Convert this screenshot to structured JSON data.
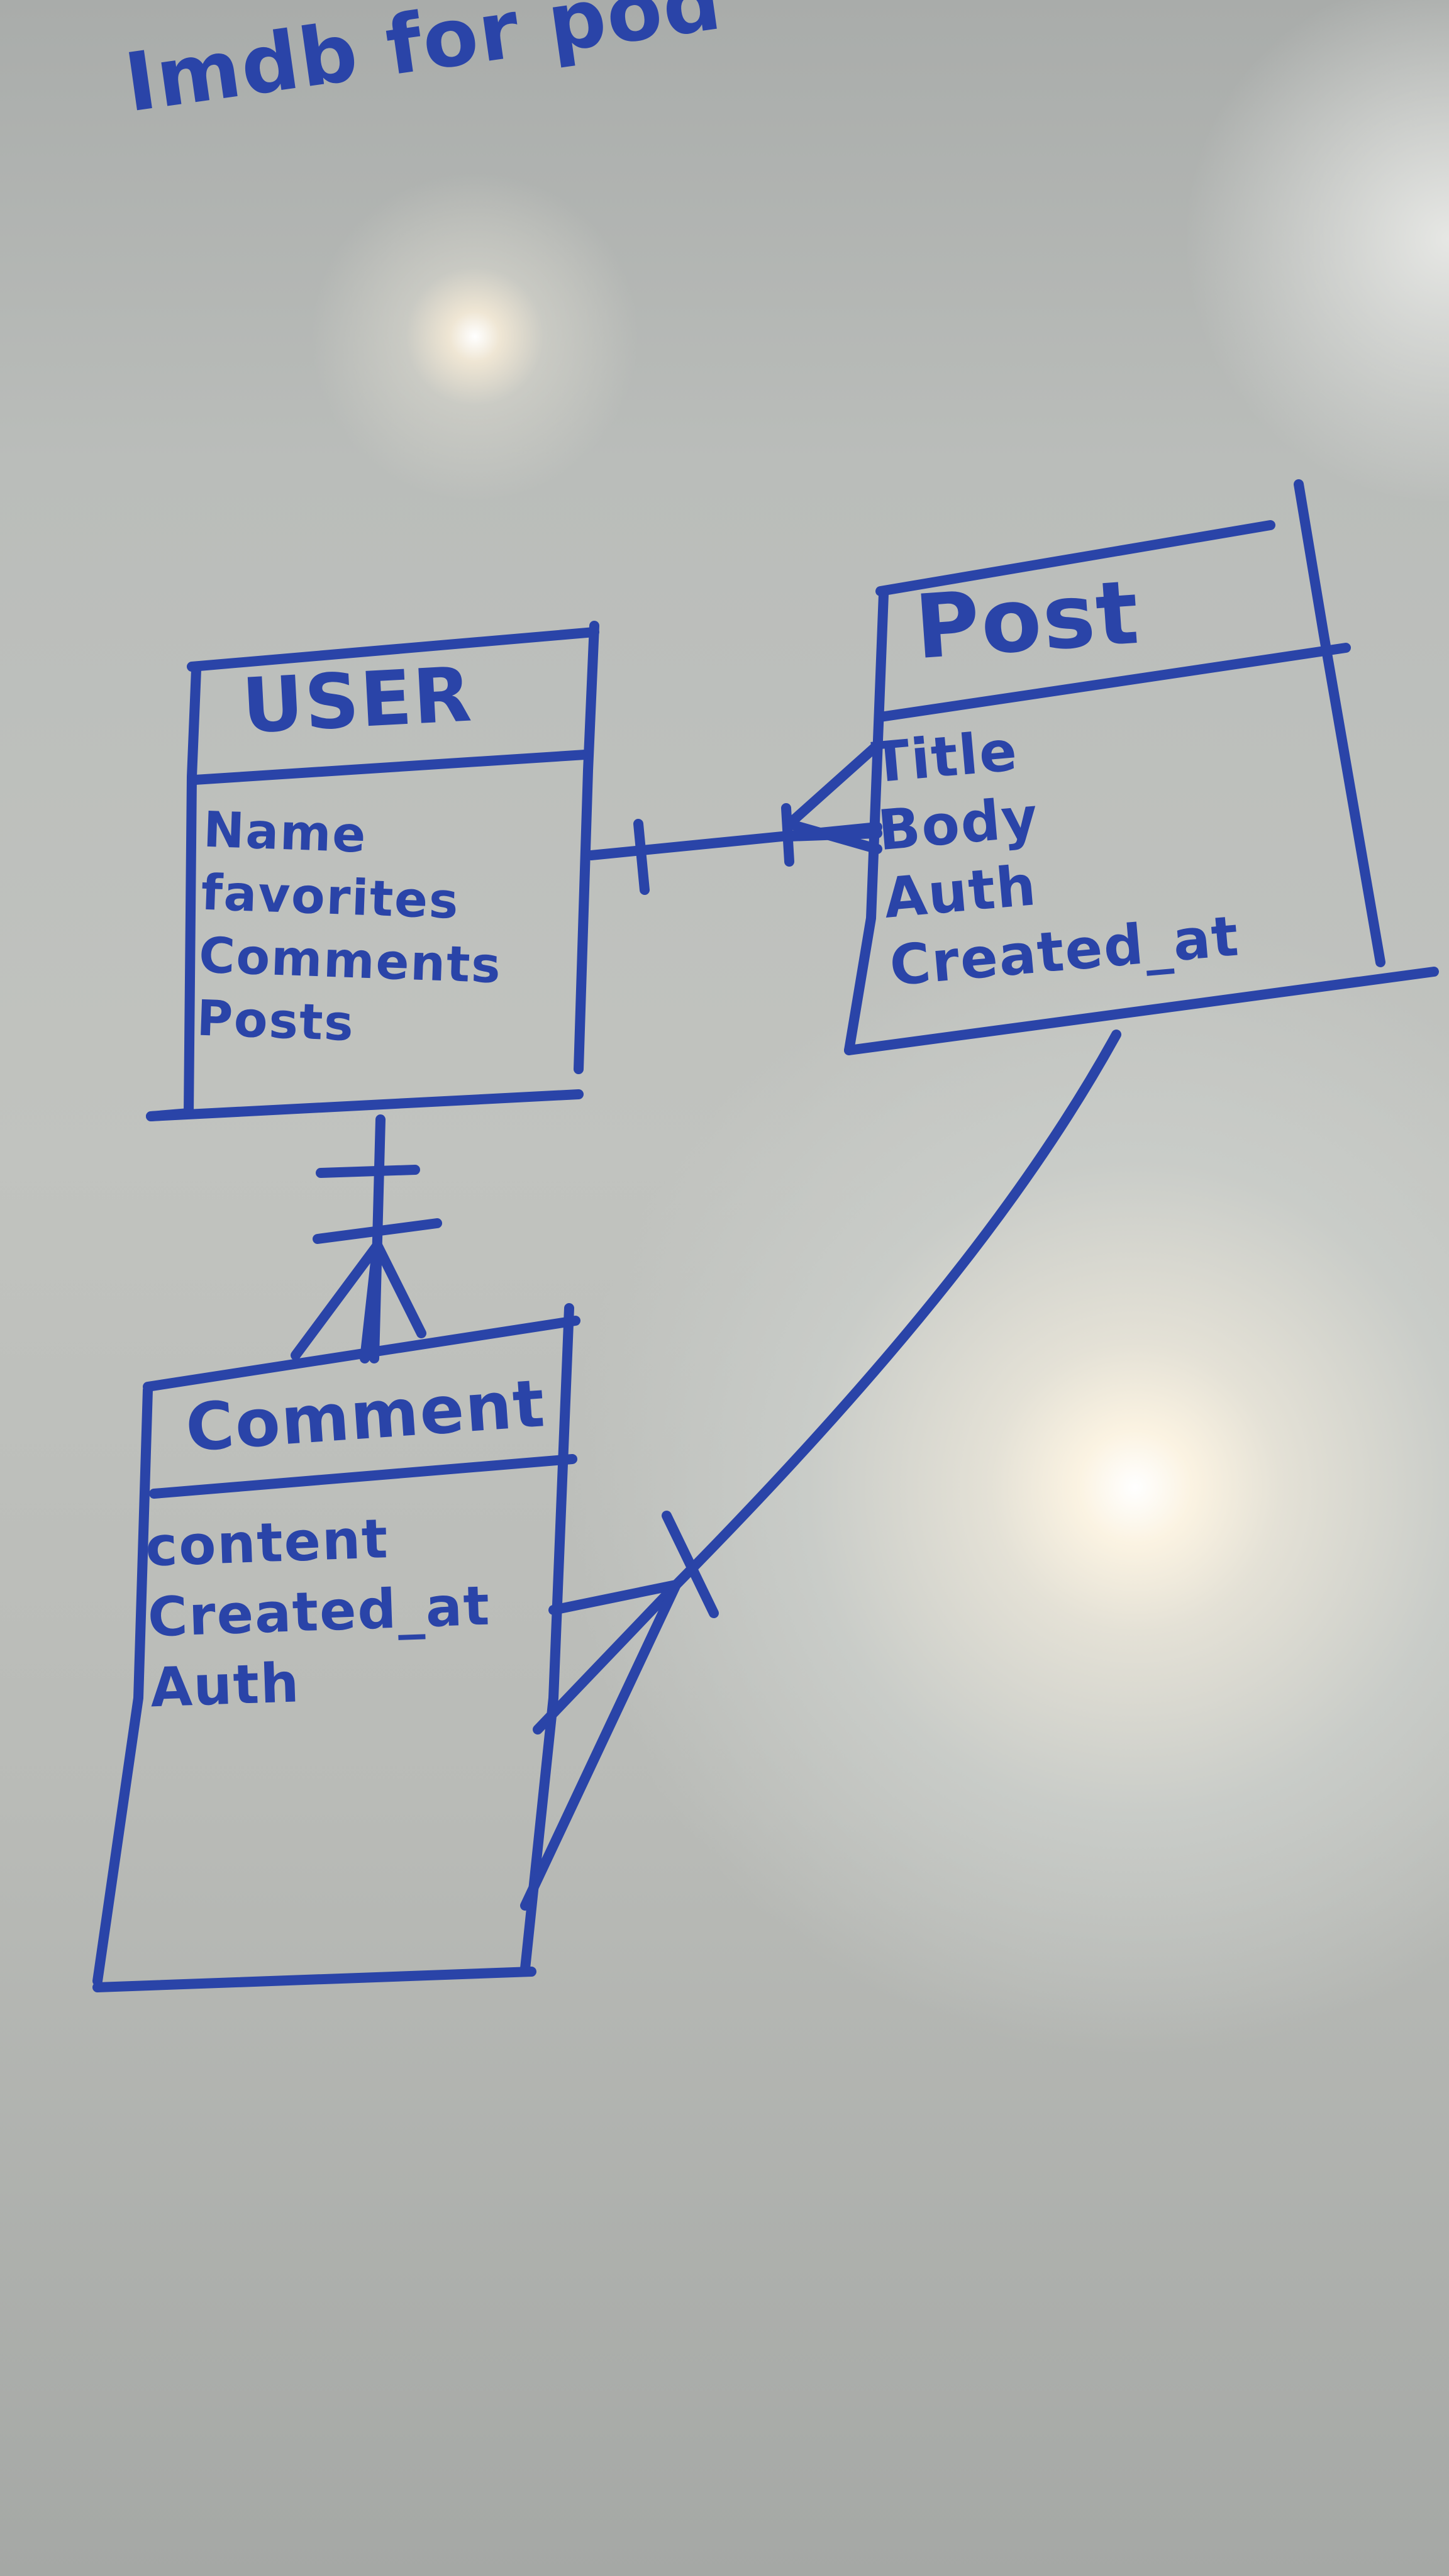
{
  "board": {
    "title": "Imdb for pod",
    "ink_color": "#2a44a8"
  },
  "entities": {
    "user": {
      "name": "USER",
      "attributes": [
        "Name",
        "favorites",
        "Comments",
        "Posts"
      ]
    },
    "post": {
      "name": "Post",
      "attributes": [
        "Title",
        "Body",
        "Auth",
        "Created_at"
      ]
    },
    "comment": {
      "name": "Comment",
      "attributes": [
        "content",
        "Created_at",
        "Auth"
      ]
    }
  },
  "relationships": [
    {
      "from": "USER",
      "to": "Post",
      "from_end": "one",
      "to_end": "many"
    },
    {
      "from": "USER",
      "to": "Comment",
      "from_end": "one",
      "to_end": "one-or-many"
    },
    {
      "from": "Post",
      "to": "Comment",
      "from_end": "one",
      "to_end": "many"
    }
  ]
}
